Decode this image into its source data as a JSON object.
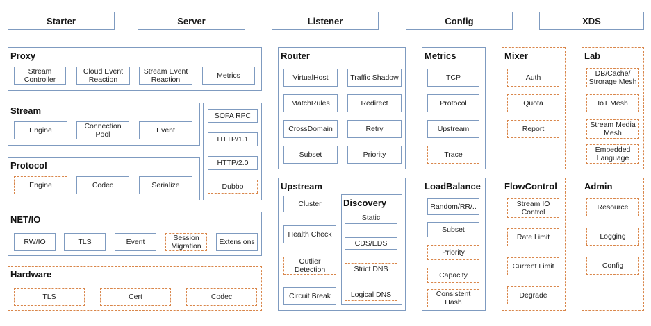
{
  "top_bar": [
    "Starter",
    "Server",
    "Listener",
    "Config",
    "XDS"
  ],
  "proxy": {
    "title": "Proxy",
    "items": [
      "Stream\nController",
      "Cloud Event\nReaction",
      "Stream Event\nReaction",
      "Metrics"
    ]
  },
  "stream": {
    "title": "Stream",
    "items": [
      "Engine",
      "Connection\nPool",
      "Event"
    ]
  },
  "protocol": {
    "title": "Protocol",
    "items": [
      "Engine",
      "Codec",
      "Serialize"
    ]
  },
  "protocols_list": [
    "SOFA RPC",
    "HTTP/1.1",
    "HTTP/2.0",
    "Dubbo"
  ],
  "netio": {
    "title": "NET/IO",
    "items": [
      "RW/IO",
      "TLS",
      "Event",
      "Session\nMigration",
      "Extensions"
    ]
  },
  "hardware": {
    "title": "Hardware",
    "items": [
      "TLS",
      "Cert",
      "Codec"
    ]
  },
  "router": {
    "title": "Router",
    "items": [
      "VirtualHost",
      "Traffic Shadow",
      "MatchRules",
      "Redirect",
      "CrossDomain",
      "Retry",
      "Subset",
      "Priority"
    ]
  },
  "upstream": {
    "title": "Upstream",
    "items": [
      "Cluster",
      "Health Check",
      "Outlier\nDetection",
      "Circuit Break"
    ]
  },
  "discovery": {
    "title": "Discovery",
    "items": [
      "Static",
      "CDS/EDS",
      "Strict DNS",
      "Logical DNS"
    ]
  },
  "metrics": {
    "title": "Metrics",
    "items": [
      "TCP",
      "Protocol",
      "Upstream",
      "Trace"
    ]
  },
  "loadbalance": {
    "title": "LoadBalance",
    "items": [
      "Random/RR/..",
      "Subset",
      "Priority",
      "Capacity",
      "Consistent\nHash"
    ]
  },
  "mixer": {
    "title": "Mixer",
    "items": [
      "Auth",
      "Quota",
      "Report"
    ]
  },
  "flowcontrol": {
    "title": "FlowControl",
    "items": [
      "Stream IO\nControl",
      "Rate Limit",
      "Current Limit",
      "Degrade"
    ]
  },
  "lab": {
    "title": "Lab",
    "items": [
      "DB/Cache/\nStrorage Mesh",
      "IoT Mesh",
      "Stream Media\nMesh",
      "Embedded\nLanguage"
    ]
  },
  "admin": {
    "title": "Admin",
    "items": [
      "Resource",
      "Logging",
      "Config"
    ]
  },
  "colors": {
    "solid_border": "#7f9bc0",
    "dashed_border": "#d9864a"
  }
}
